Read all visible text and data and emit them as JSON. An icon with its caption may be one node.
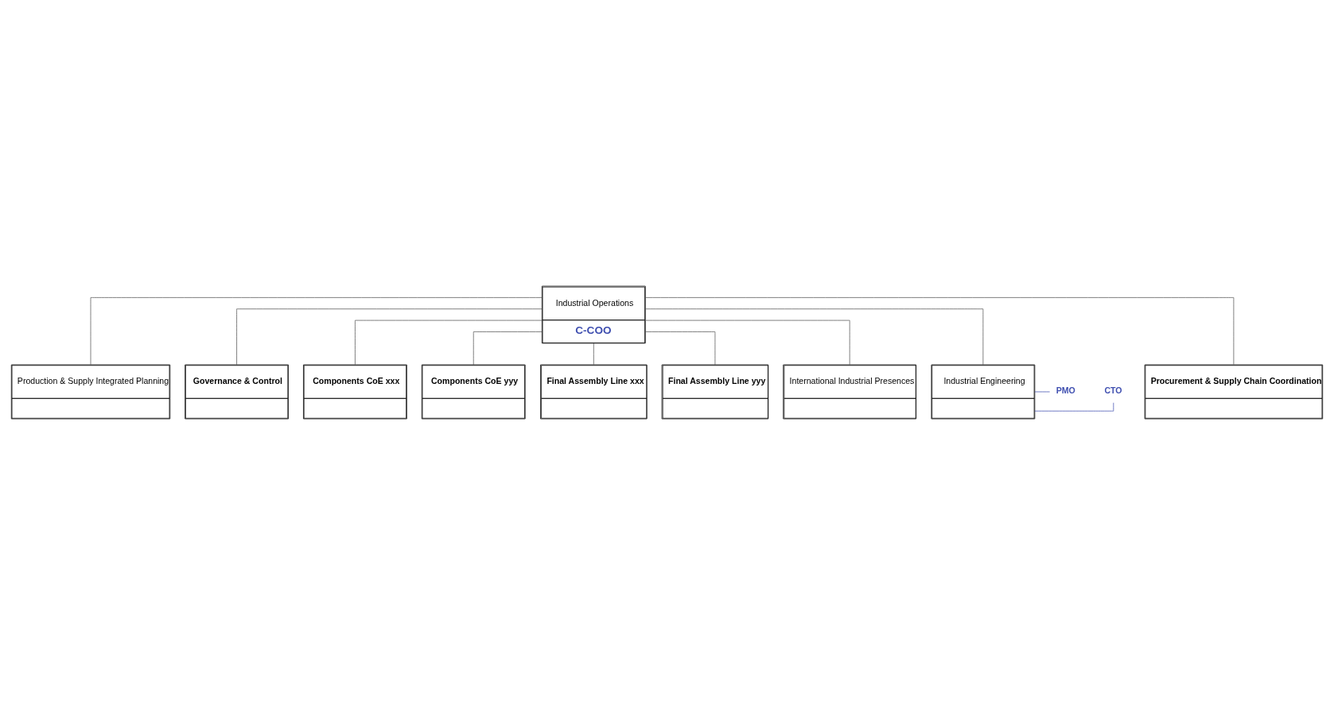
{
  "diagram": {
    "nodes": [
      {
        "text": [
          "Industrial Operations",
          "C-COO"
        ]
      },
      {
        "text": [
          "Production & Supply Integrated Planning"
        ]
      },
      {
        "text": [
          "Governance & Control"
        ]
      },
      {
        "text": [
          "Components CoE xxx"
        ]
      },
      {
        "text": [
          "Components CoE yyy"
        ]
      },
      {
        "text": [
          "Final Assembly Line xxx"
        ]
      },
      {
        "text": [
          "Final Assembly Line yyy"
        ]
      },
      {
        "text": [
          "International Industrial Presences"
        ]
      },
      {
        "text": [
          "Industrial Engineering"
        ]
      },
      {
        "text": [
          "Procurement & Supply Chain Coordination"
        ]
      },
      {
        "text": [
          "CTO"
        ]
      },
      {
        "text": [
          "PMO"
        ]
      }
    ],
    "edges": [
      {
        "from": 0,
        "to": 1,
        "arrow": "none"
      },
      {
        "from": 0,
        "to": 2,
        "arrow": "none"
      },
      {
        "from": 0,
        "to": 3,
        "arrow": "none"
      },
      {
        "from": 0,
        "to": 4,
        "arrow": "none"
      },
      {
        "from": 0,
        "to": 5,
        "arrow": "none"
      },
      {
        "from": 0,
        "to": 6,
        "arrow": "none"
      },
      {
        "from": 0,
        "to": 7,
        "arrow": "none"
      },
      {
        "from": 0,
        "to": 8,
        "arrow": "none"
      },
      {
        "from": 0,
        "to": 9,
        "arrow": "none"
      },
      {
        "from": 8,
        "to": 10,
        "arrow": "none",
        "color": "#3f4fb0"
      },
      {
        "from": 8,
        "to": 11,
        "arrow": "none",
        "color": "#3f4fb0"
      }
    ]
  }
}
